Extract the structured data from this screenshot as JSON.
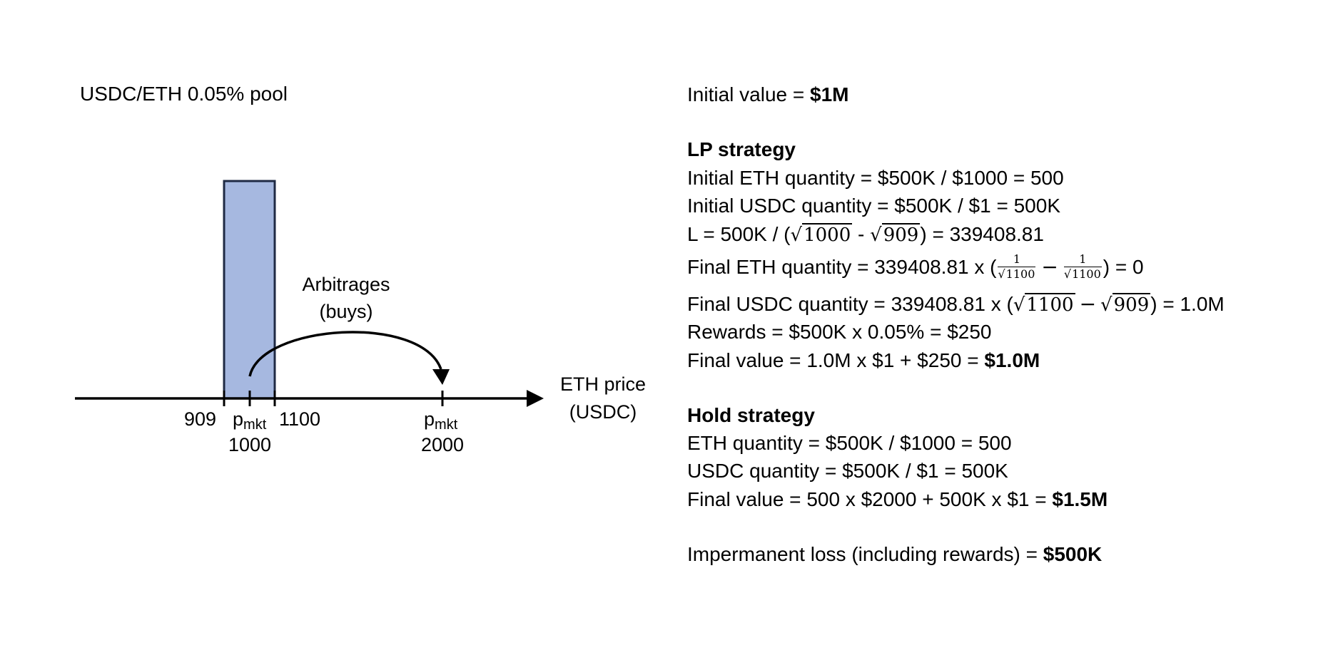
{
  "diagram": {
    "pool_title": "USDC/ETH 0.05% pool",
    "arrow_label_line1": "Arbitrages",
    "arrow_label_line2": "(buys)",
    "axis_label_line1": "ETH price",
    "axis_label_line2": "(USDC)",
    "tick_left": "909",
    "tick_right": "1100",
    "pmkt_start_p": "p",
    "pmkt_start_sub": "mkt",
    "pmkt_start_value": "1000",
    "pmkt_end_p": "p",
    "pmkt_end_sub": "mkt",
    "pmkt_end_value": "2000",
    "colors": {
      "range_fill": "#a6b8e0",
      "range_stroke": "#1f2a44",
      "axis": "#000000"
    }
  },
  "panel": {
    "initial_value_label": "Initial value = ",
    "initial_value": "$1M",
    "lp_heading": "LP strategy",
    "lp_initial_eth": "Initial ETH quantity = $500K / $1000 = 500",
    "lp_initial_usdc": "Initial USDC quantity = $500K / $1 = 500K",
    "lp_L_prefix": "L = 500K / (",
    "lp_L_sqrt1": "1000",
    "lp_L_mid": " - ",
    "lp_L_sqrt2": "909",
    "lp_L_suffix": ") = 339408.81",
    "lp_final_eth_prefix": "Final ETH quantity = 339408.81 x (",
    "lp_final_eth_num1": "1",
    "lp_final_eth_den1": "1100",
    "lp_final_eth_num2": "1",
    "lp_final_eth_den2": "1100",
    "lp_final_eth_suffix": ") = 0",
    "lp_final_usdc_prefix": "Final USDC quantity = 339408.81 x (",
    "lp_final_usdc_sqrt1": "1100",
    "lp_final_usdc_sqrt2": "909",
    "lp_final_usdc_suffix": ") = 1.0M",
    "lp_rewards": "Rewards = $500K x 0.05% = $250",
    "lp_final_value_label": "Final value = 1.0M x $1 + $250 = ",
    "lp_final_value": "$1.0M",
    "hold_heading": "Hold strategy",
    "hold_eth": "ETH quantity = $500K / $1000 = 500",
    "hold_usdc": "USDC quantity = $500K / $1 = 500K",
    "hold_final_value_label": "Final value = 500 x $2000 + 500K x $1 = ",
    "hold_final_value": "$1.5M",
    "impermanent_loss_label": "Impermanent loss (including rewards) = ",
    "impermanent_loss_value": "$500K"
  }
}
